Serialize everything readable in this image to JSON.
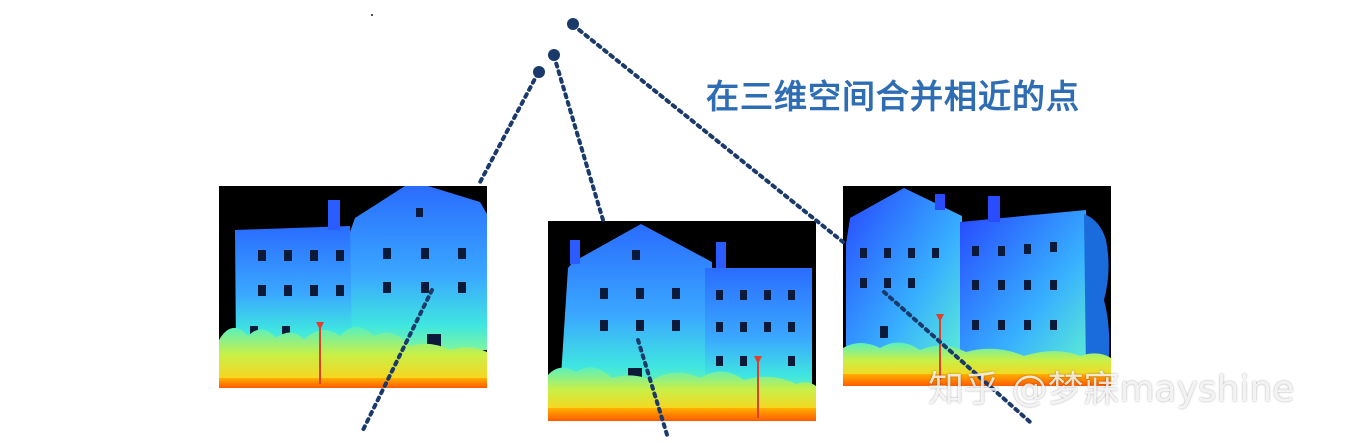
{
  "caption": {
    "text": "在三维空间合并相近的点"
  },
  "watermark": {
    "text": "知乎 @梦寐mayshine"
  },
  "colors": {
    "accent": "#2e6db4",
    "line": "#1a3a6c",
    "sky": "#000000",
    "depth_near": "#ff6a00",
    "depth_mid": "#2ef0c8",
    "depth_far": "#1f4bff"
  },
  "panels": [
    {
      "name": "depth-map-left"
    },
    {
      "name": "depth-map-middle"
    },
    {
      "name": "depth-map-right"
    }
  ]
}
